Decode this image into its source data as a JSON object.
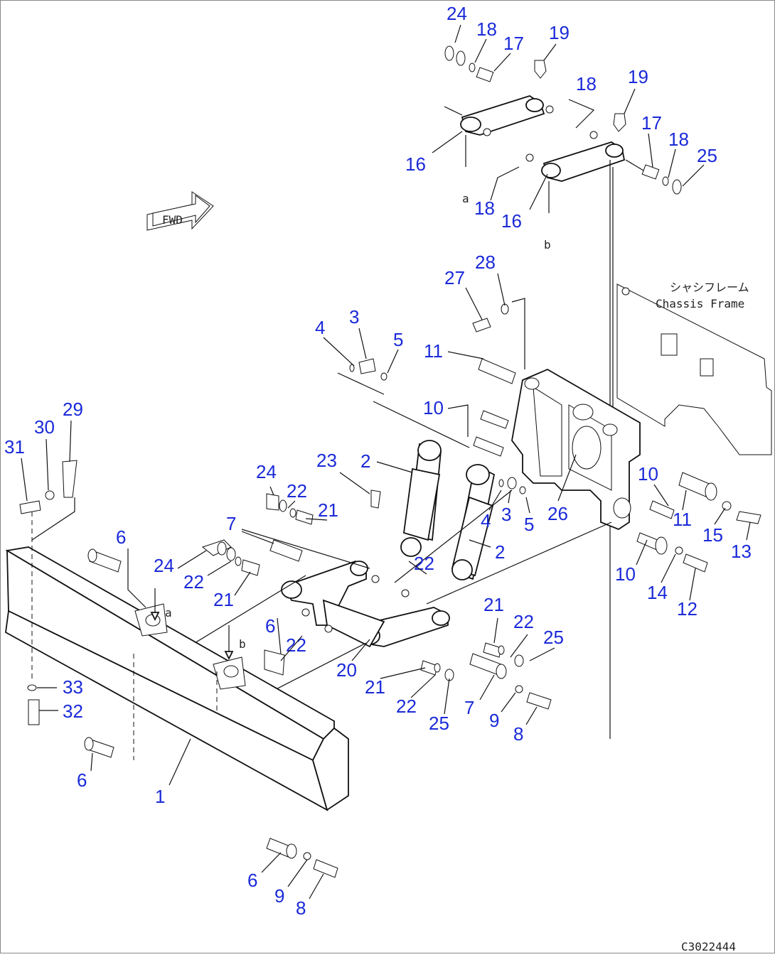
{
  "diagram": {
    "fwd_label": "FWD",
    "chassis_frame_jp": "シャシフレーム",
    "chassis_frame_en": "Chassis Frame",
    "drawing_code": "C3022444",
    "ref_a": "a",
    "ref_b": "b"
  },
  "callouts": [
    "24",
    "18",
    "17",
    "19",
    "18",
    "19",
    "17",
    "18",
    "25",
    "16",
    "18",
    "16",
    "27",
    "28",
    "4",
    "3",
    "5",
    "11",
    "10",
    "2",
    "4",
    "3",
    "5",
    "26",
    "10",
    "11",
    "15",
    "13",
    "31",
    "30",
    "29",
    "24",
    "22",
    "21",
    "23",
    "7",
    "24",
    "22",
    "21",
    "2",
    "22",
    "10",
    "14",
    "12",
    "6",
    "6",
    "22",
    "21",
    "22",
    "25",
    "20",
    "21",
    "22",
    "25",
    "7",
    "9",
    "8",
    "33",
    "32",
    "6",
    "1",
    "6",
    "9",
    "8"
  ]
}
